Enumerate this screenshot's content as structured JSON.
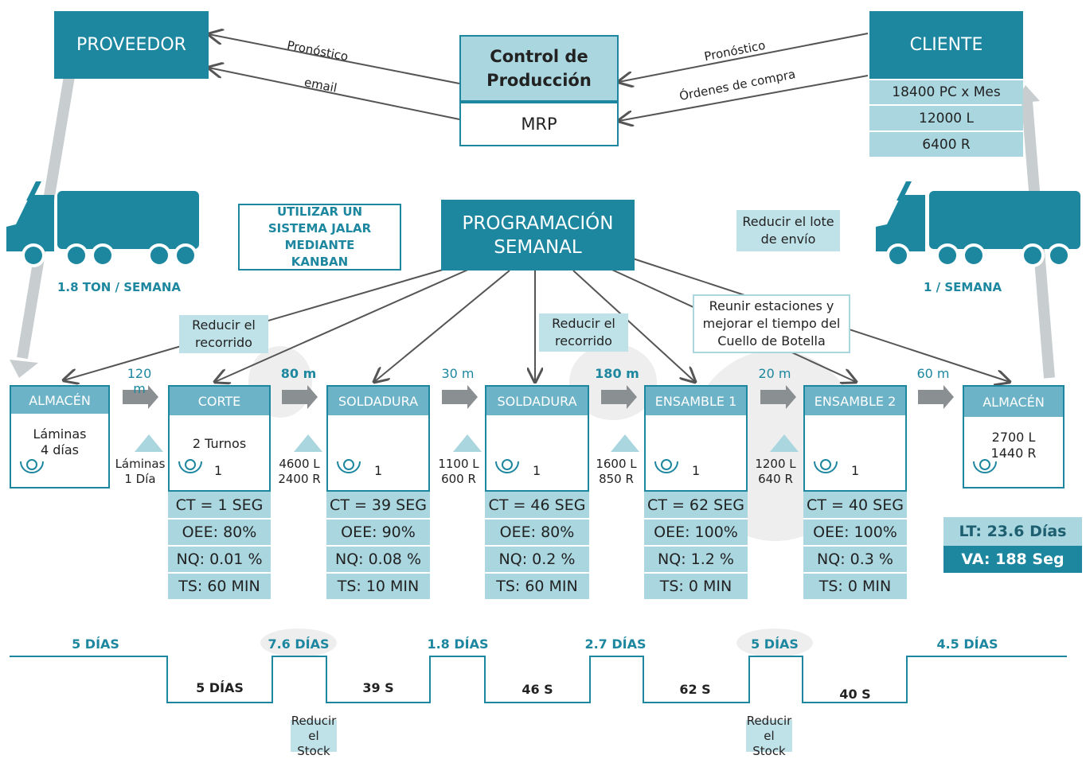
{
  "supplier": {
    "label": "PROVEEDOR",
    "delivery": "1.8 TON / SEMANA"
  },
  "customer": {
    "label": "CLIENTE",
    "demand": [
      "18400 PC x Mes",
      "12000 L",
      "6400 R"
    ],
    "delivery": "1 / SEMANA"
  },
  "production_control": {
    "title": "Control de Producción",
    "system": "MRP"
  },
  "info_flows": {
    "forecast_left": "Pronóstico",
    "email": "email",
    "forecast_right": "Pronóstico",
    "orders": "Órdenes de compra"
  },
  "scheduling": {
    "title": "PROGRAMACIÓN SEMANAL"
  },
  "notes": {
    "kanban": "UTILIZAR UN SISTEMA JALAR MEDIANTE KANBAN",
    "reduce_lot": "Reducir el lote de envío",
    "reduce_route_1": "Reducir el recorrido",
    "reduce_route_2": "Reducir el recorrido",
    "bottleneck": "Reunir estaciones y mejorar el tiempo del Cuello de Botella",
    "reduce_stock_1": "Reducir el Stock",
    "reduce_stock_2": "Reducir el Stock"
  },
  "warehouse_in": {
    "title": "ALMACÉN",
    "content": [
      "Láminas",
      "4 días"
    ]
  },
  "warehouse_out": {
    "title": "ALMACÉN",
    "content": [
      "2700 L",
      "1440  R"
    ]
  },
  "distances": [
    "120 m",
    "80 m",
    "30 m",
    "180 m",
    "20 m",
    "60 m"
  ],
  "inventories": [
    [
      "Láminas",
      "1 Día"
    ],
    [
      "4600 L",
      "2400 R"
    ],
    [
      "1100 L",
      "600 R"
    ],
    [
      "1600 L",
      "850 R"
    ],
    [
      "1200 L",
      "640 R"
    ]
  ],
  "processes": [
    {
      "name": "CORTE",
      "note": "2 Turnos",
      "operators": "1",
      "ct": "CT = 1 SEG",
      "oee": "OEE: 80%",
      "nq": "NQ: 0.01 %",
      "ts": "TS: 60 MIN"
    },
    {
      "name": "SOLDADURA",
      "note": "",
      "operators": "1",
      "ct": "CT = 39 SEG",
      "oee": "OEE: 90%",
      "nq": "NQ: 0.08 %",
      "ts": "TS: 10 MIN"
    },
    {
      "name": "SOLDADURA",
      "note": "",
      "operators": "1",
      "ct": "CT = 46 SEG",
      "oee": "OEE: 80%",
      "nq": "NQ: 0.2 %",
      "ts": "TS: 60 MIN"
    },
    {
      "name": "ENSAMBLE 1",
      "note": "",
      "operators": "1",
      "ct": "CT = 62 SEG",
      "oee": "OEE: 100%",
      "nq": "NQ: 1.2 %",
      "ts": "TS: 0 MIN"
    },
    {
      "name": "ENSAMBLE 2",
      "note": "",
      "operators": "1",
      "ct": "CT = 40 SEG",
      "oee": "OEE: 100%",
      "nq": "NQ: 0.3 %",
      "ts": "TS: 0 MIN"
    }
  ],
  "summary": {
    "lt": "LT: 23.6 Días",
    "va": "VA: 188 Seg"
  },
  "timeline": {
    "upper": [
      "5 DÍAS",
      "7.6 DÍAS",
      "1.8 DÍAS",
      "2.7 DÍAS",
      "5 DÍAS",
      "4.5 DÍAS"
    ],
    "lower": [
      "5 DÍAS",
      "39 S",
      "46 S",
      "62 S",
      "40 S"
    ]
  },
  "colors": {
    "teal": "#1d87a0",
    "light": "#a9d6df",
    "header": "#6cb3c8",
    "arrow": "#c8cdd0",
    "truck": "#1d87a0"
  }
}
